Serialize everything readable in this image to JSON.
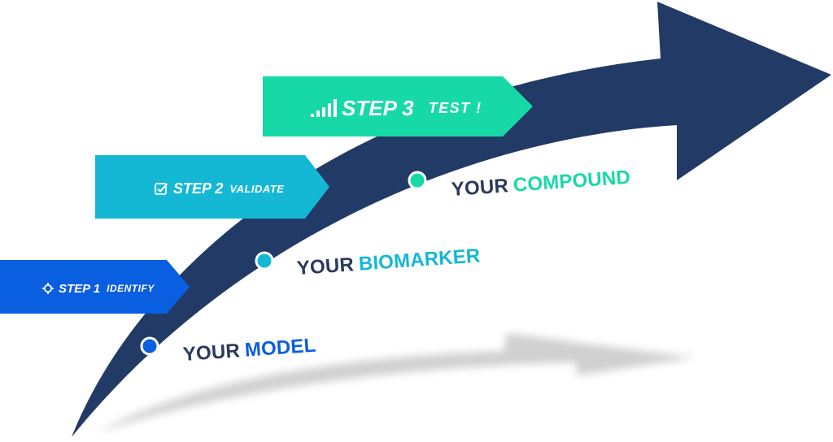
{
  "colors": {
    "arrow": "#223a66",
    "shadow": "#c8c8c8",
    "step1": "#0a5ee0",
    "step2": "#14b8d4",
    "step3": "#17d9a7",
    "text_dark": "#2a3a5c"
  },
  "steps": [
    {
      "step_label": "STEP 1",
      "sub_label": "IDENTIFY",
      "icon": "crosshair-icon",
      "color": "#0a5ee0"
    },
    {
      "step_label": "STEP 2",
      "sub_label": "VALIDATE",
      "icon": "checkbox-icon",
      "color": "#14b8d4"
    },
    {
      "step_label": "STEP 3",
      "sub_label": "TEST !",
      "icon": "signal-bars-icon",
      "color": "#17d9a7"
    }
  ],
  "milestones": [
    {
      "prefix": "YOUR",
      "word": "MODEL",
      "color": "#0a5ee0"
    },
    {
      "prefix": "YOUR",
      "word": "BIOMARKER",
      "color": "#14b8d4"
    },
    {
      "prefix": "YOUR",
      "word": "COMPOUND",
      "color": "#17d9a7"
    }
  ]
}
